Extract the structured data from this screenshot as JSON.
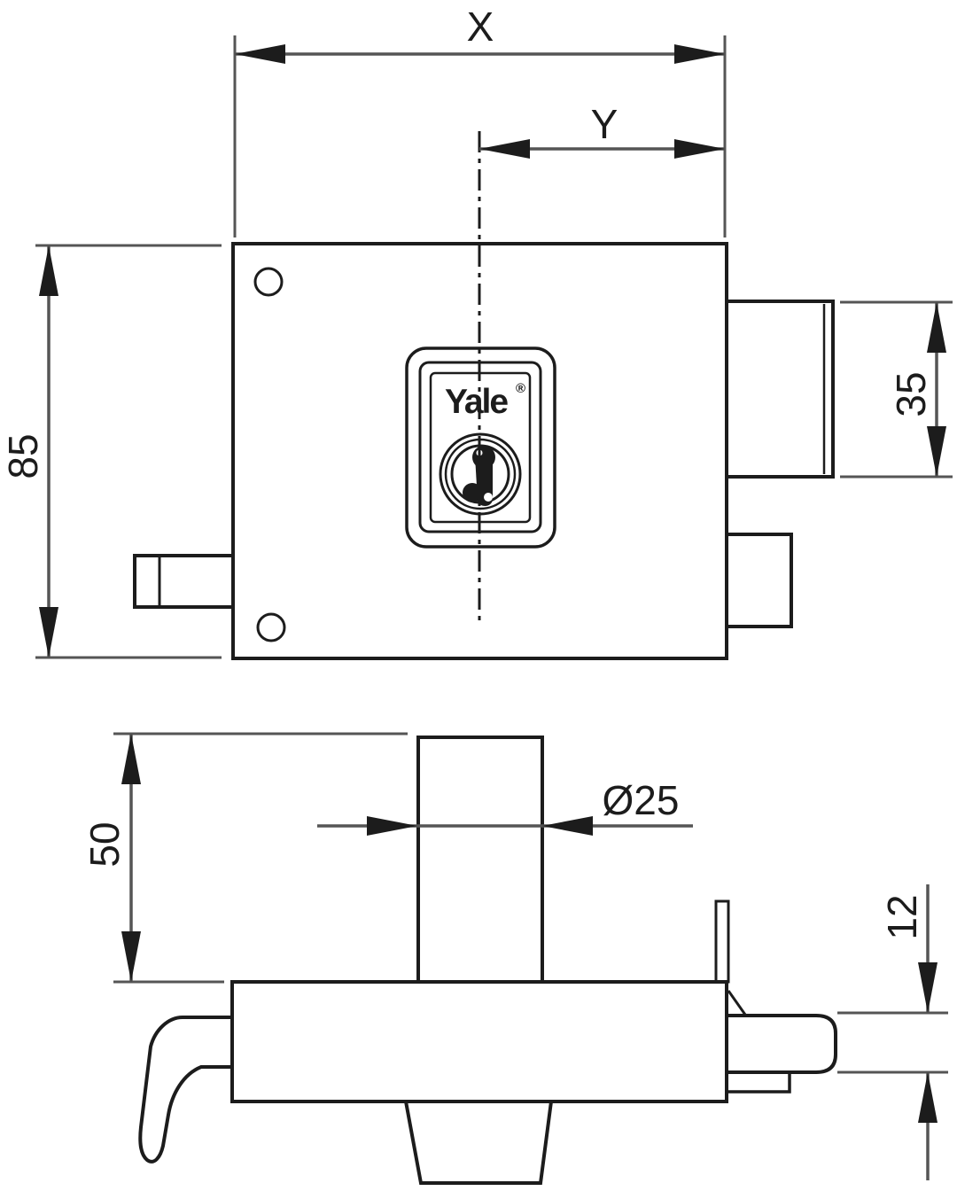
{
  "logo": {
    "brand": "Yale",
    "registered": "®"
  },
  "dimensions": {
    "overall_width": "X",
    "cylinder_offset": "Y",
    "body_height": "85",
    "bolt_height": "35",
    "cylinder_height": "50",
    "cylinder_diameter": "Ø25",
    "latch_depth": "12"
  },
  "colors": {
    "outline": "#1c1c1c",
    "dimension_line": "#555555",
    "background": "#ffffff"
  }
}
